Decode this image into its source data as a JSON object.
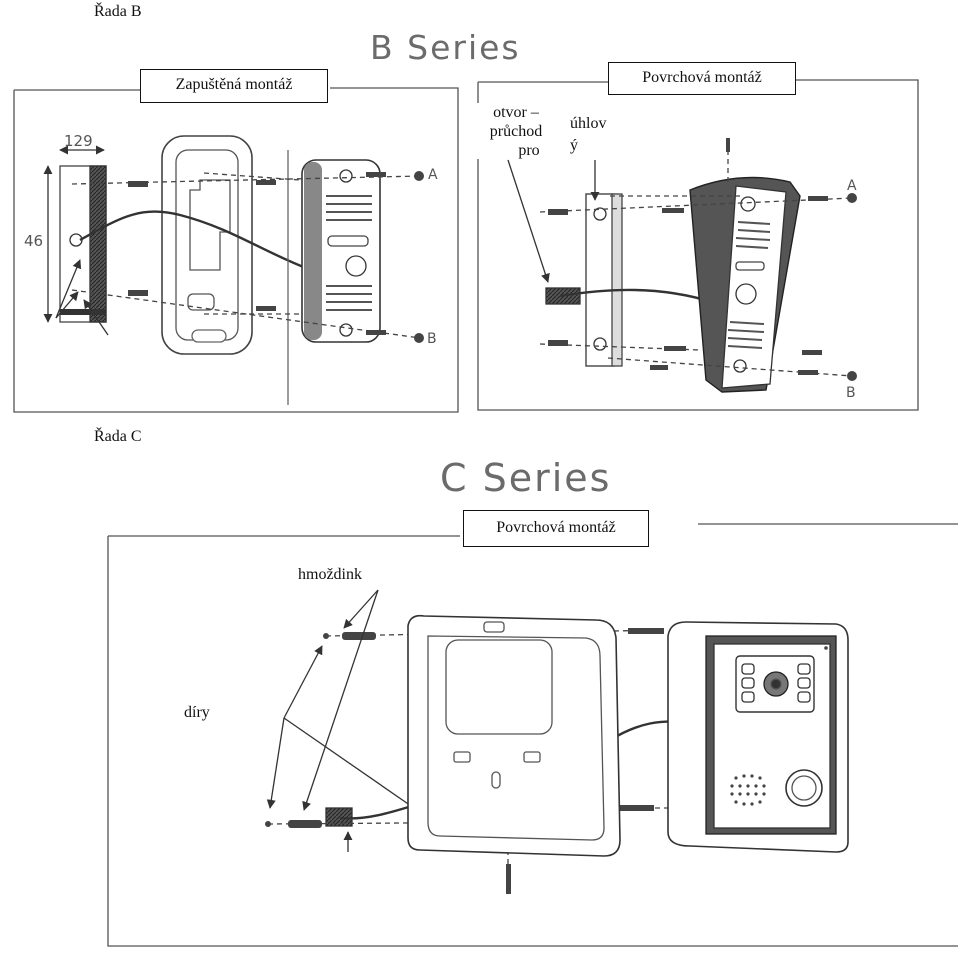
{
  "section_b": {
    "heading": "Řada B",
    "series_title": "B Series",
    "flush_mount": {
      "label": "Zapuštěná montáž",
      "dim_width": "129",
      "dim_height": "46",
      "marker_a": "A",
      "marker_b": "B"
    },
    "surface_mount": {
      "label": "Povrchová montáž",
      "note_hole_line1": "otvor –",
      "note_hole_line2": "průchod",
      "note_hole_line3": "pro",
      "note_angle_line1": "úhlov",
      "note_angle_line2": "ý",
      "marker_a": "A",
      "marker_b": "B"
    }
  },
  "section_c": {
    "heading": "Řada  C",
    "series_title": "C Series",
    "surface_mount": {
      "label": "Povrchová montáž",
      "note_dowels": "hmoždink",
      "note_holes": "díry"
    }
  }
}
